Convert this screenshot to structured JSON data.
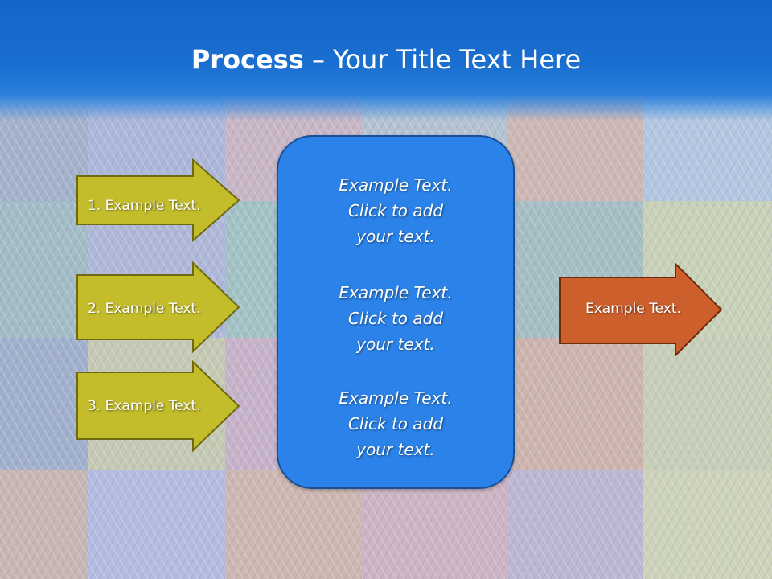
{
  "title": {
    "bold": "Process",
    "rest": " – Your Title Text Here"
  },
  "left_steps": [
    {
      "label": "1. Example Text."
    },
    {
      "label": "2. Example Text."
    },
    {
      "label": "3. Example Text."
    }
  ],
  "center_box": {
    "paragraphs": [
      {
        "line1": "Example Text.",
        "line2": "Click  to add",
        "line3": "your text."
      },
      {
        "line1": "Example Text.",
        "line2": "Click  to add",
        "line3": "your text."
      },
      {
        "line1": "Example Text.",
        "line2": "Click  to add",
        "line3": "your text."
      }
    ]
  },
  "result_arrow": {
    "label": "Example Text."
  },
  "colors": {
    "header": "#1565c8",
    "step_arrow_fill": "#c3bd2c",
    "result_arrow_fill": "#cc5f2c",
    "center_box_fill": "#2b82e8"
  }
}
